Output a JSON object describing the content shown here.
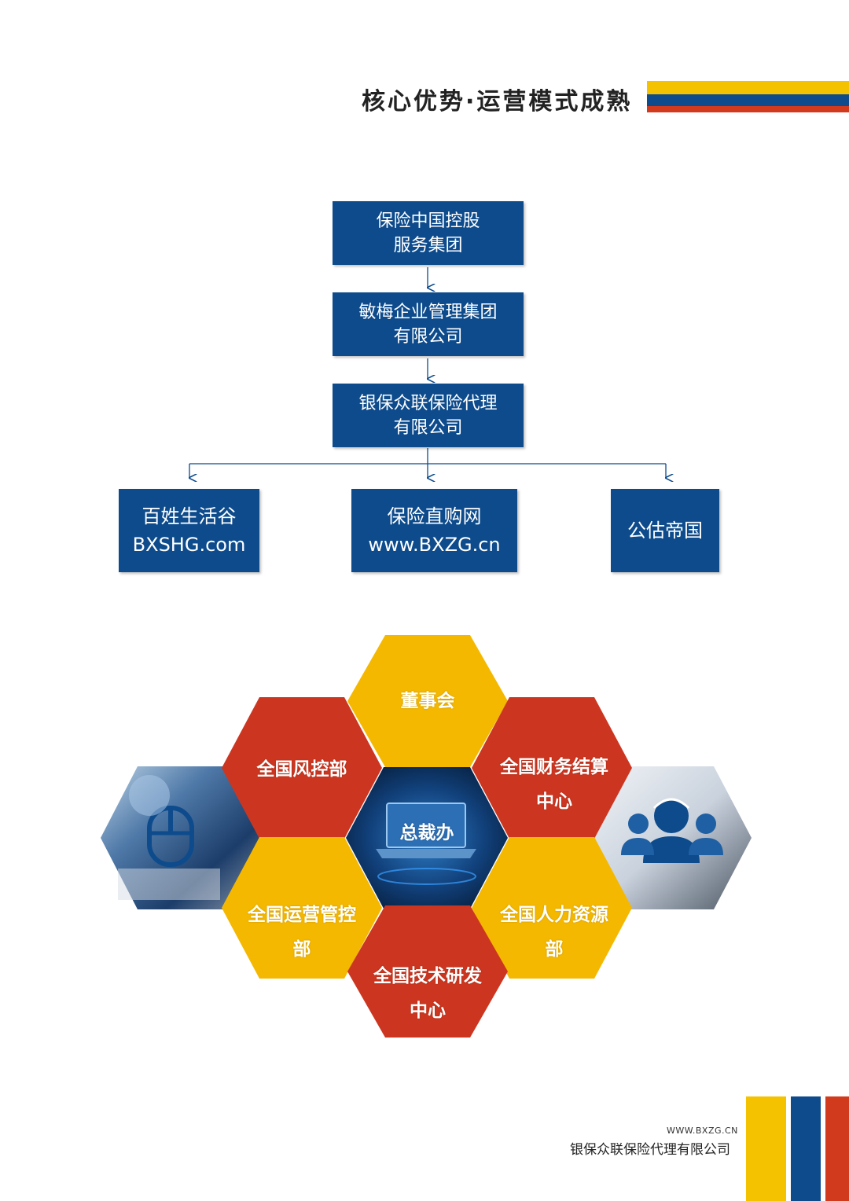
{
  "header": {
    "title": "核心优势·运营模式成熟",
    "stripe_colors": [
      "#f5c200",
      "#0d4b8c",
      "#d23a1e"
    ]
  },
  "org_chart": {
    "level1": [
      "保险中国控股",
      "服务集团"
    ],
    "level2": [
      "敏梅企业管理集团",
      "有限公司"
    ],
    "level3": [
      "银保众联保险代理",
      "有限公司"
    ],
    "branches": [
      [
        "百姓生活谷",
        "BXSHG.com"
      ],
      [
        "保险直购网",
        "www.BXZG.cn"
      ],
      [
        "公估帝国"
      ]
    ],
    "box_color": "#0d4b8c"
  },
  "hexagons": {
    "top": "董事会",
    "upper_left": "全国风控部",
    "upper_right": [
      "全国财务结算",
      "中心"
    ],
    "center": "总裁办",
    "lower_left": [
      "全国运营管控",
      "部"
    ],
    "lower_right": [
      "全国人力资源",
      "部"
    ],
    "bottom": [
      "全国技术研发",
      "中心"
    ],
    "left_image": "computer-mouse-icon",
    "right_image": "user-group-icon",
    "colors": {
      "yellow": "#f5b800",
      "red": "#cc3620",
      "blue": "#0d4b8c"
    }
  },
  "footer": {
    "url": "WWW.BXZG.CN",
    "company": "银保众联保险代理有限公司",
    "bar_colors": [
      "#f5c200",
      "#0d4b8c",
      "#d23a1e"
    ]
  }
}
